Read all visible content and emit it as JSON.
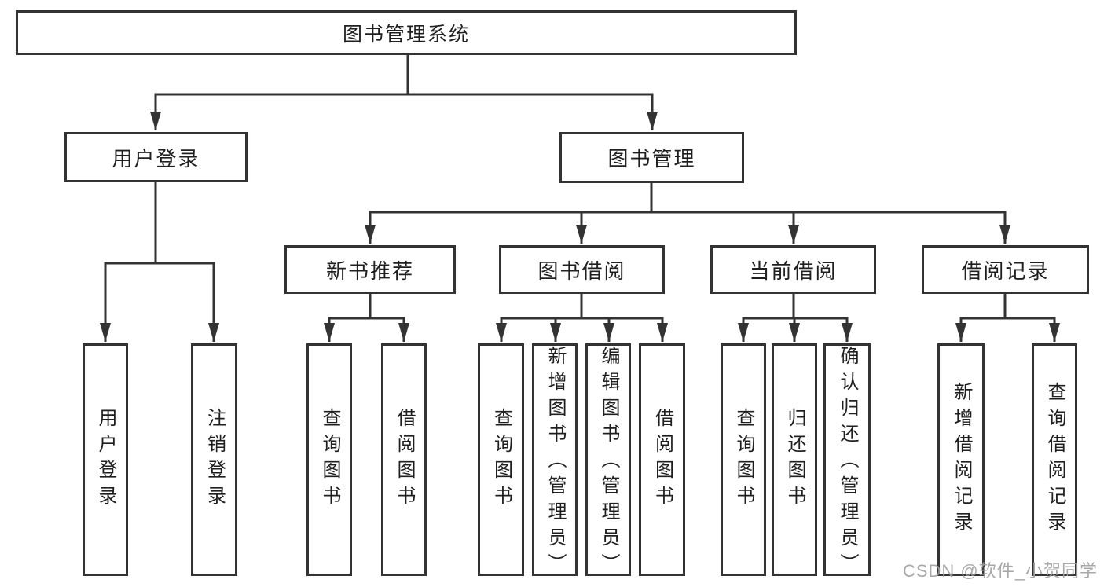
{
  "diagram": {
    "root": "图书管理系统",
    "branches": [
      {
        "label": "用户登录",
        "children": [
          "用户登录",
          "注销登录"
        ]
      },
      {
        "label": "图书管理",
        "modules": [
          {
            "label": "新书推荐",
            "children": [
              "查询图书",
              "借阅图书"
            ]
          },
          {
            "label": "图书借阅",
            "children": [
              "查询图书",
              "新增图书（管理员）",
              "编辑图书（管理员）",
              "借阅图书"
            ]
          },
          {
            "label": "当前借阅",
            "children": [
              "查询图书",
              "归还图书",
              "确认归还（管理员）"
            ]
          },
          {
            "label": "借阅记录",
            "children": [
              "新增借阅记录",
              "查询借阅记录"
            ]
          }
        ]
      }
    ]
  },
  "watermark": "CSDN @软件_小贺同学",
  "colors": {
    "line": "#333333",
    "border": "#2e2e2e",
    "text": "#1f1f1f",
    "watermark": "#9e9e9e",
    "background": "#ffffff"
  }
}
